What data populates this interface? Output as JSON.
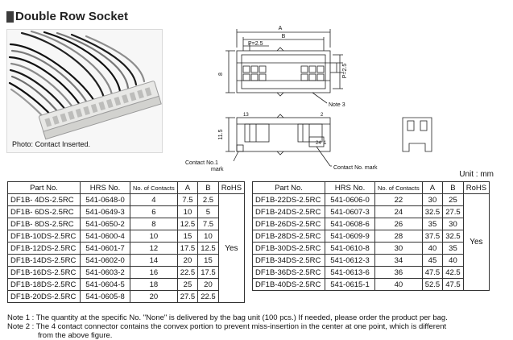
{
  "heading": {
    "title": "Double Row Socket"
  },
  "photo": {
    "caption": "Photo: Contact Inserted."
  },
  "drawing": {
    "dim_a": "A",
    "dim_b": "B",
    "pitch_h": "P=2.5",
    "pitch_v": "P=2.5",
    "height_8": "8",
    "height_11": "11.5",
    "note3": "Note 3",
    "contact_label_1": "Contact No.1",
    "contact_label_2": "mark",
    "contact_label_3": "Contact No. mark",
    "marker_24": "24",
    "marker_1": "1",
    "marker_13": "13",
    "marker_2": "2"
  },
  "unit": "Unit : mm",
  "table": {
    "headers": [
      "Part No.",
      "HRS No.",
      "No. of Contacts",
      "A",
      "B",
      "RoHS"
    ],
    "rohs": "Yes",
    "left_rows": [
      [
        "DF1B- 4DS-2.5RC",
        "541-0648-0",
        "4",
        "7.5",
        "2.5"
      ],
      [
        "DF1B- 6DS-2.5RC",
        "541-0649-3",
        "6",
        "10",
        "5"
      ],
      [
        "DF1B- 8DS-2.5RC",
        "541-0650-2",
        "8",
        "12.5",
        "7.5"
      ],
      [
        "DF1B-10DS-2.5RC",
        "541-0600-4",
        "10",
        "15",
        "10"
      ],
      [
        "DF1B-12DS-2.5RC",
        "541-0601-7",
        "12",
        "17.5",
        "12.5"
      ],
      [
        "DF1B-14DS-2.5RC",
        "541-0602-0",
        "14",
        "20",
        "15"
      ],
      [
        "DF1B-16DS-2.5RC",
        "541-0603-2",
        "16",
        "22.5",
        "17.5"
      ],
      [
        "DF1B-18DS-2.5RC",
        "541-0604-5",
        "18",
        "25",
        "20"
      ],
      [
        "DF1B-20DS-2.5RC",
        "541-0605-8",
        "20",
        "27.5",
        "22.5"
      ]
    ],
    "right_rows": [
      [
        "DF1B-22DS-2.5RC",
        "541-0606-0",
        "22",
        "30",
        "25"
      ],
      [
        "DF1B-24DS-2.5RC",
        "541-0607-3",
        "24",
        "32.5",
        "27.5"
      ],
      [
        "DF1B-26DS-2.5RC",
        "541-0608-6",
        "26",
        "35",
        "30"
      ],
      [
        "DF1B-28DS-2.5RC",
        "541-0609-9",
        "28",
        "37.5",
        "32.5"
      ],
      [
        "DF1B-30DS-2.5RC",
        "541-0610-8",
        "30",
        "40",
        "35"
      ],
      [
        "DF1B-34DS-2.5RC",
        "541-0612-3",
        "34",
        "45",
        "40"
      ],
      [
        "DF1B-36DS-2.5RC",
        "541-0613-6",
        "36",
        "47.5",
        "42.5"
      ],
      [
        "DF1B-40DS-2.5RC",
        "541-0615-1",
        "40",
        "52.5",
        "47.5"
      ]
    ]
  },
  "notes": {
    "note1": "Note 1 : The quantity at the specific No. \"None\" is delivered by the bag unit (100 pcs.) If needed, please order the product per bag.",
    "note2a": "Note 2 : The 4 contact connector contains the convex portion to prevent miss-insertion in the center at one point, which is different",
    "note2b": "from the above figure."
  }
}
